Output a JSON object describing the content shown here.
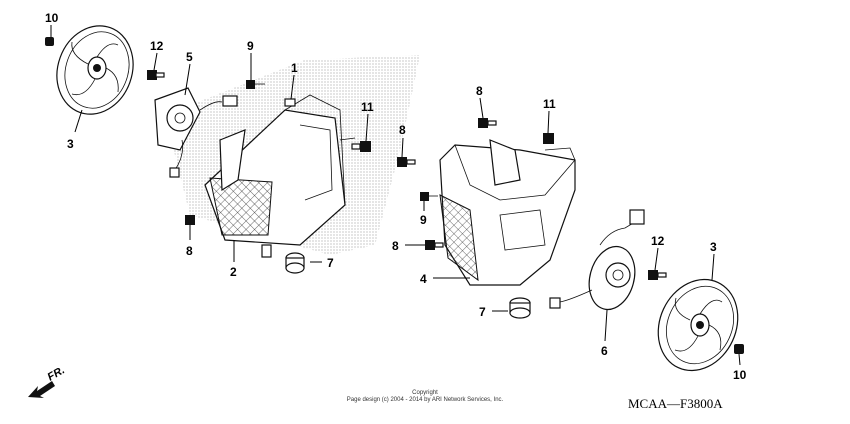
{
  "diagram": {
    "callouts": {
      "c1": "1",
      "c2": "2",
      "c3_left": "3",
      "c5": "5",
      "c7_left": "7",
      "c8_left": "8",
      "c9_left": "9",
      "c10_left": "10",
      "c11_left": "11",
      "c12_left": "12",
      "c3_right": "3",
      "c4": "4",
      "c6": "6",
      "c7_right": "7",
      "c8_top": "8",
      "c8_mid": "8",
      "c8_low": "8",
      "c9_right": "9",
      "c10_right": "10",
      "c11_right": "11",
      "c12_right": "12"
    },
    "direction_label": "FR.",
    "diagram_code": "MCAA—F3800A",
    "copyright_line1": "Copyright",
    "copyright_line2": "Page design (c) 2004 - 2014 by ARI Network Services, Inc."
  },
  "colors": {
    "ink": "#111111",
    "background": "#ffffff",
    "shading": "#bbbbbb"
  }
}
